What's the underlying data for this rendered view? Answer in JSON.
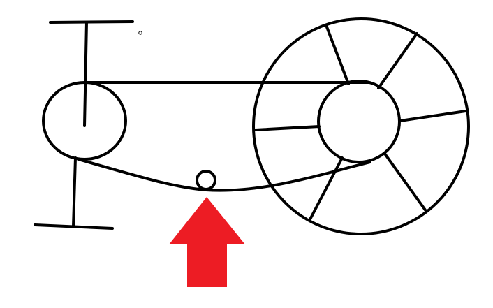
{
  "colors": {
    "background": "#ffffff",
    "ink": "#000000",
    "arrow": "#ed1c24"
  },
  "diagram": {
    "elements": [
      "pedal-crank",
      "small-sprocket",
      "large-spoked-wheel",
      "wheel-hub",
      "chain",
      "tension-idler",
      "pointer-arrow"
    ],
    "wheel_spoke_count": 6,
    "arrow_direction": "up"
  }
}
